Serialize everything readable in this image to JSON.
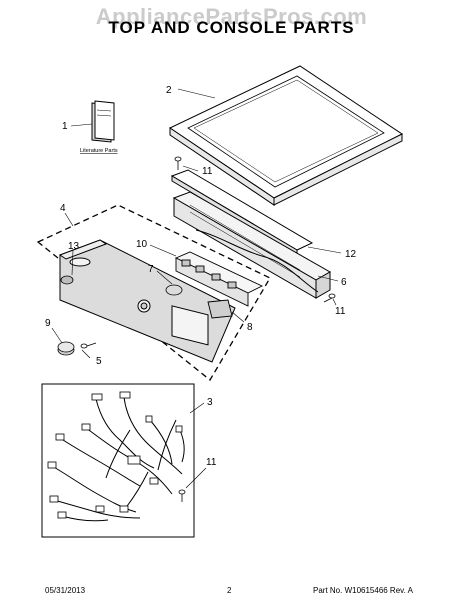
{
  "watermark": "AppliancePartsPros.com",
  "title": "TOP AND CONSOLE PARTS",
  "literature_label": "Literature Parts",
  "callouts": {
    "c1": "1",
    "c2": "2",
    "c3": "3",
    "c4": "4",
    "c5": "5",
    "c6": "6",
    "c7": "7",
    "c8": "8",
    "c9": "9",
    "c10": "10",
    "c11a": "11",
    "c11b": "11",
    "c11c": "11",
    "c12": "12",
    "c13": "13"
  },
  "footer": {
    "date": "05/31/2013",
    "page": "2",
    "part": "Part No. W10615466  Rev. A"
  }
}
